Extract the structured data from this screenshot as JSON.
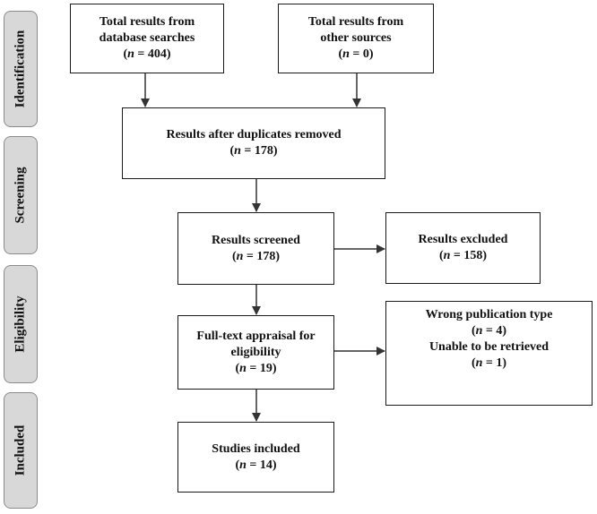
{
  "stages": [
    "Identification",
    "Screening",
    "Eligibility",
    "Included"
  ],
  "boxes": {
    "database": {
      "line1": "Total results from",
      "line2": "database searches",
      "n": "404"
    },
    "other": {
      "line1": "Total results from",
      "line2": "other sources",
      "n": "0"
    },
    "duplicates": {
      "line1": "Results after duplicates removed",
      "n": "178"
    },
    "screened": {
      "line1": "Results screened",
      "n": "178"
    },
    "excluded": {
      "line1": "Results excluded",
      "n": "158"
    },
    "fulltext": {
      "line1": "Full-text appraisal for",
      "line2": "eligibility",
      "n": "19"
    },
    "reasons": {
      "line1": "Wrong publication type",
      "n1": "4",
      "line2": "Unable to be retrieved",
      "n2": "1"
    },
    "included": {
      "line1": "Studies included",
      "n": "14"
    }
  },
  "n_symbol": "n",
  "eq": " = "
}
